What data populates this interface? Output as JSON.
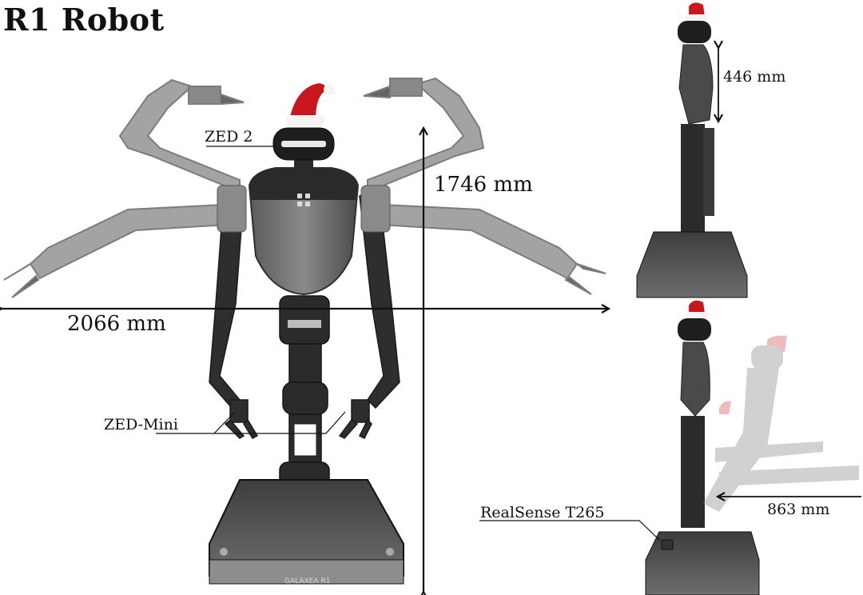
{
  "title": "R1 Robot",
  "labels": {
    "zed2": "ZED 2",
    "height": "1746 mm",
    "width": "2066 mm",
    "zed_mini": "ZED-Mini",
    "torso_height": "446 mm",
    "realsense": "RealSense T265",
    "reach": "863 mm"
  },
  "base_text": "GALAXEA R1",
  "colors": {
    "arm_gray": "#8f8f8f",
    "body_dark": "#3a3a3a",
    "hat_red": "#c8171d",
    "hat_white": "#f4f4f4",
    "line": "#111111"
  }
}
